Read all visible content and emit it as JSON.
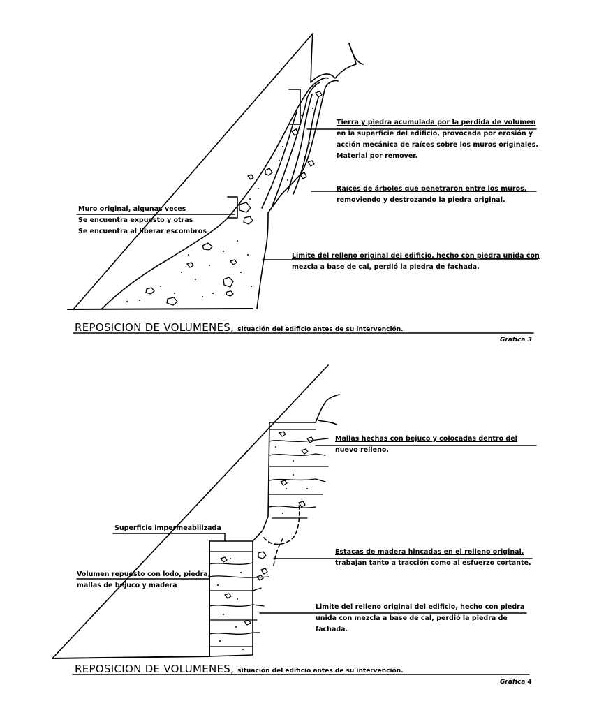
{
  "diagram_top": {
    "labels": {
      "tierra": [
        "Tierra y piedra acumulada por la perdida de volumen",
        "en la superficie del edificio, provocada por erosión y",
        "acción mecánica de raíces sobre los muros originales.",
        "Material por remover."
      ],
      "raices": [
        "Raíces de árboles que penetraron entre los muros,",
        "removiendo y destrozando la piedra original."
      ],
      "muro": [
        "Muro original, algunas veces",
        "Se encuentra expuesto y otras",
        "Se encuentra al liberar escombros"
      ],
      "limite": [
        "Limite del relleno original del edificio, hecho con piedra unida con",
        "mezcla a base de cal, perdió la piedra de fachada."
      ]
    },
    "title_main": "REPOSICION DE VOLUMENES,",
    "title_sub": "situación del edificio antes de su intervención.",
    "grafica": "Gráfica 3"
  },
  "diagram_bottom": {
    "labels": {
      "mallas": [
        "Mallas hechas con bejuco y colocadas dentro del",
        "nuevo relleno."
      ],
      "superficie": [
        "Superficie impermeabilizada"
      ],
      "estacas": [
        "Estacas de madera hincadas en el relleno original,",
        "trabajan tanto a tracción como al esfuerzo cortante."
      ],
      "volumen": [
        "Volumen repuesto con lodo, piedra,",
        "mallas de bejuco y madera"
      ],
      "limite": [
        "Limite del relleno original del edificio, hecho con piedra",
        "unida con mezcla a base de cal, perdió la piedra de",
        "fachada."
      ]
    },
    "title_main": "REPOSICION DE VOLUMENES,",
    "title_sub": "situación del edificio antes de su intervención.",
    "grafica": "Gráfica 4"
  }
}
